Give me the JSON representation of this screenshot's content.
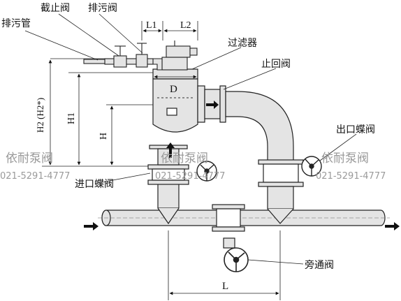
{
  "labels": {
    "drain_pipe": "排污管",
    "stop_valve": "截止阀",
    "drain_valve": "排污阀",
    "filter": "过滤器",
    "check_valve": "止回阀",
    "outlet_butterfly_valve": "出口蝶阀",
    "inlet_butterfly_valve": "进口蝶阀",
    "bypass_valve": "旁通阀"
  },
  "dimensions": {
    "l1": "L1",
    "l2": "L2",
    "d": "D",
    "h2": "H2 (H2*)",
    "h1": "H1",
    "h": "H",
    "l": "L"
  },
  "watermarks": [
    {
      "name": "依耐泵阀",
      "phone": "021-5291-4777"
    },
    {
      "name": "依耐泵阀",
      "phone": "021-5291-4777"
    },
    {
      "name": "依耐泵阀",
      "phone": "021-5291-4777"
    }
  ],
  "colors": {
    "line": "#222222",
    "fill": "#e4e4e4",
    "watermark": "#9a9a9a",
    "background": "#ffffff"
  },
  "icons": [
    "flow-arrow-icon",
    "butterfly-valve-handwheel-icon"
  ]
}
